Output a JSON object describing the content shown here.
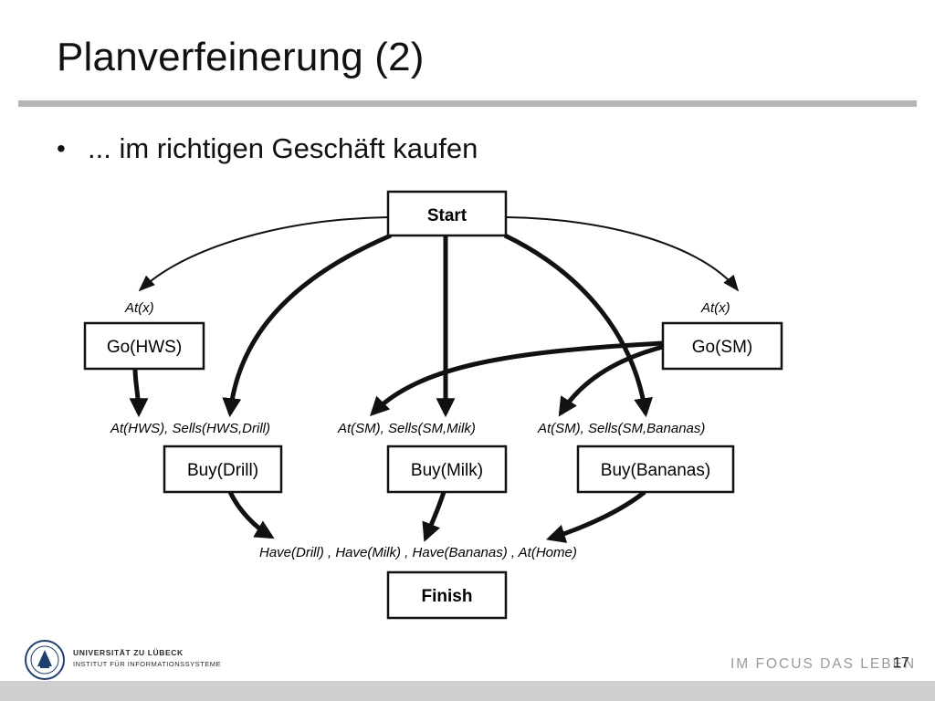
{
  "slide": {
    "title": "Planverfeinerung (2)",
    "bullet": "... im richtigen Geschäft kaufen",
    "page_number": "17"
  },
  "diagram": {
    "nodes": {
      "start": "Start",
      "go_hws": "Go(HWS)",
      "go_sm": "Go(SM)",
      "buy_drill": "Buy(Drill)",
      "buy_milk": "Buy(Milk)",
      "buy_bananas": "Buy(Bananas)",
      "finish": "Finish"
    },
    "conditions": {
      "at_x_left": "At(x)",
      "at_x_right": "At(x)",
      "pre_drill": "At(HWS), Sells(HWS,Drill)",
      "pre_milk": "At(SM), Sells(SM,Milk)",
      "pre_bananas": "At(SM), Sells(SM,Bananas)",
      "goal": "Have(Drill) , Have(Milk) , Have(Bananas) , At(Home)"
    }
  },
  "footer": {
    "university": "UNIVERSITÄT ZU LÜBECK",
    "institute": "INSTITUT FÜR INFORMATIONSSYSTEME",
    "slogan": "IM FOCUS DAS LEBEN"
  }
}
